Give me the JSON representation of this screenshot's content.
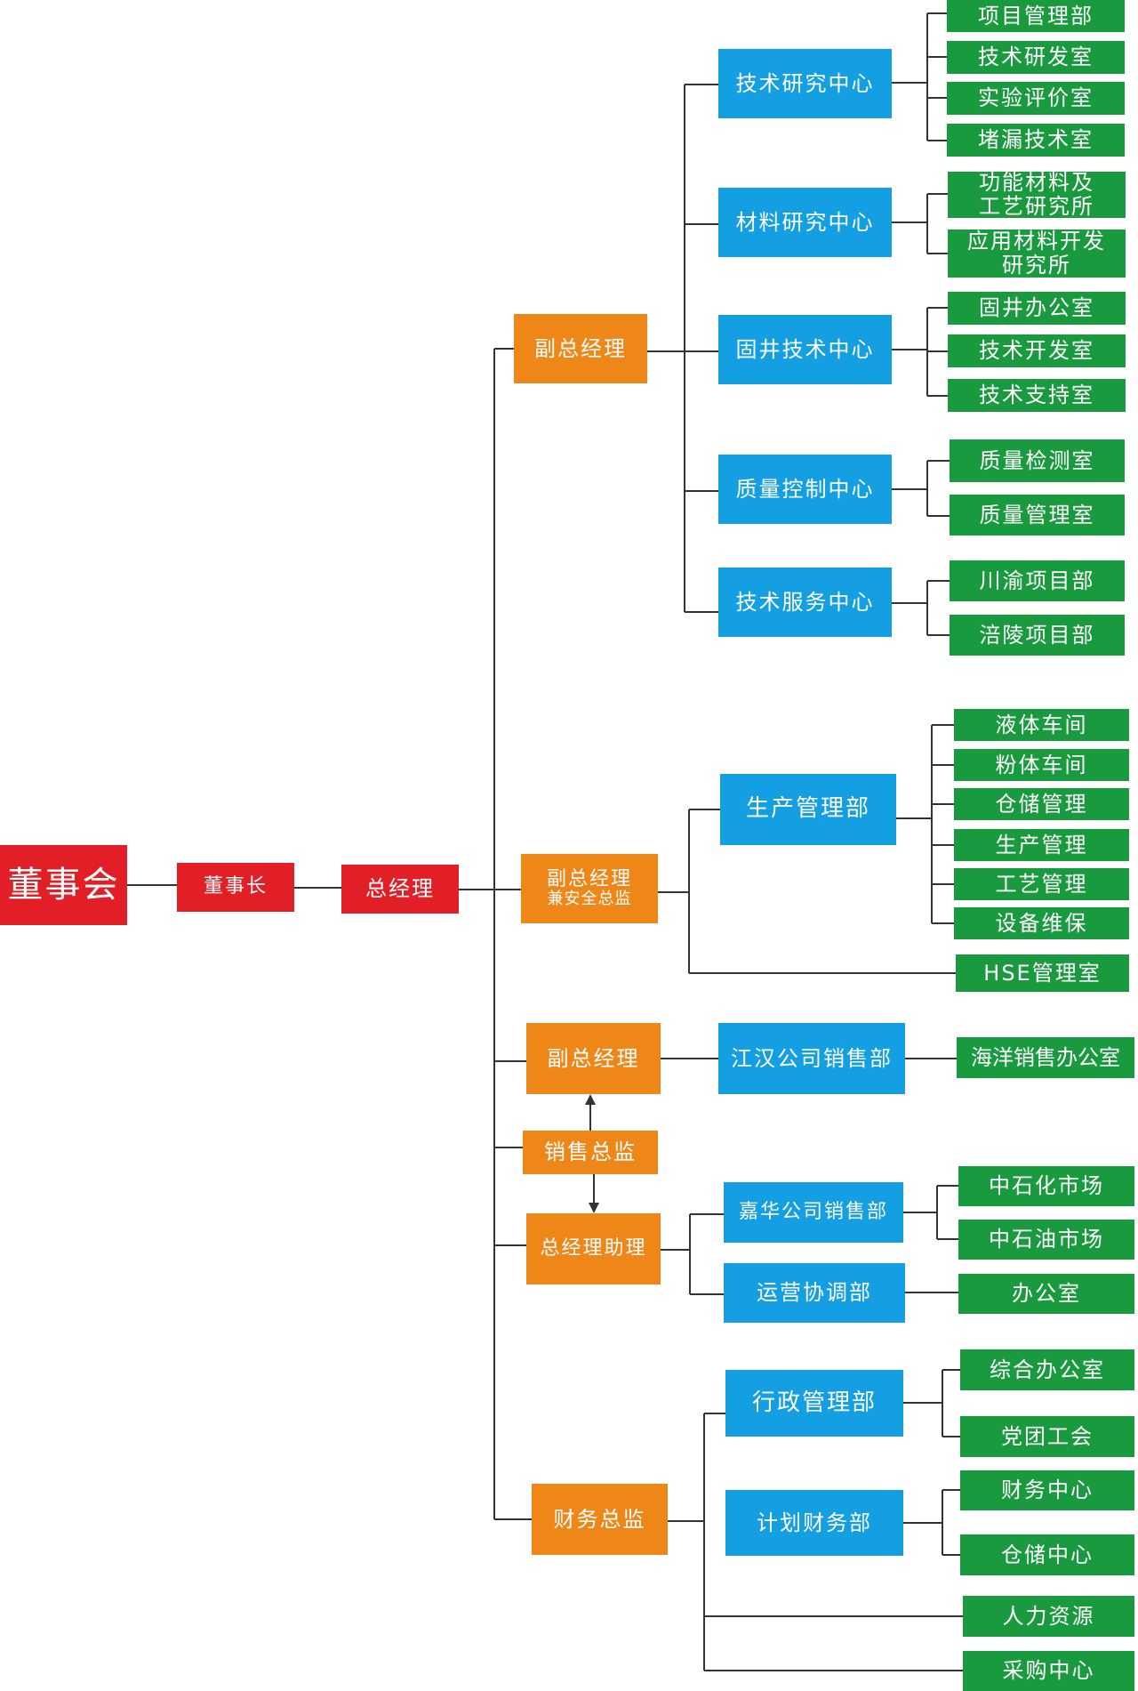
{
  "nodes": {
    "board": "董事会",
    "chairman": "董事长",
    "gm": "总经理",
    "vp1": "副总经理",
    "vp2": "副总经理",
    "vp2_sub": "兼安全总监",
    "vp3": "副总经理",
    "sales_director": "销售总监",
    "gm_assistant": "总经理助理",
    "finance_director": "财务总监",
    "tech_research": "技术研究中心",
    "material_research": "材料研究中心",
    "cementing_tech": "固井技术中心",
    "quality_control": "质量控制中心",
    "tech_service": "技术服务中心",
    "production_mgmt": "生产管理部",
    "jianghan_sales": "江汉公司销售部",
    "jiahua_sales": "嘉华公司销售部",
    "operation_coord": "运营协调部",
    "admin_mgmt": "行政管理部",
    "plan_finance": "计划财务部",
    "project_mgmt": "项目管理部",
    "tech_rd_room": "技术研发室",
    "experiment_eval": "实验评价室",
    "plugging_tech": "堵漏技术室",
    "func_material_l1": "功能材料及",
    "func_material_l2": "工艺研究所",
    "app_material_l1": "应用材料开发",
    "app_material_l2": "研究所",
    "cementing_office": "固井办公室",
    "tech_dev_room": "技术开发室",
    "tech_support_room": "技术支持室",
    "quality_test": "质量检测室",
    "quality_mgmt_room": "质量管理室",
    "chuanyu_project": "川渝项目部",
    "fuling_project": "涪陵项目部",
    "liquid_workshop": "液体车间",
    "powder_workshop": "粉体车间",
    "warehouse_mgmt": "仓储管理",
    "production_mgmt2": "生产管理",
    "process_mgmt": "工艺管理",
    "equipment_maint": "设备维保",
    "hse_room": "HSE管理室",
    "ocean_sales": "海洋销售办公室",
    "sinopec_market": "中石化市场",
    "petrochina_market": "中石油市场",
    "office": "办公室",
    "general_office": "综合办公室",
    "party_union": "党团工会",
    "finance_center": "财务中心",
    "storage_center": "仓储中心",
    "hr": "人力资源",
    "purchase_center": "采购中心"
  },
  "colors": {
    "leadership": "#e21f26",
    "executive": "#ee8618",
    "department": "#139fe2",
    "unit": "#1a9a3f",
    "connector": "#333333"
  }
}
